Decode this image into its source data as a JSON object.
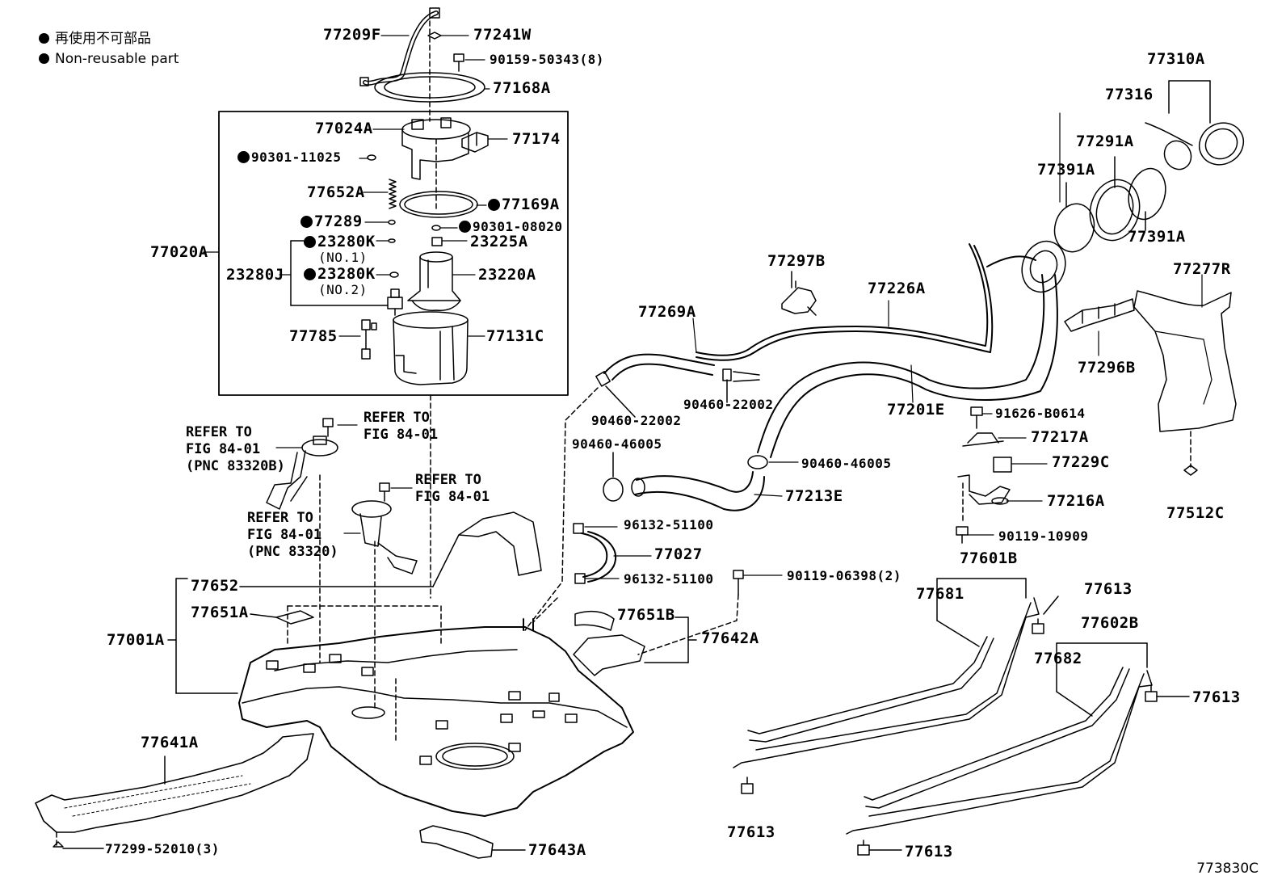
{
  "legend": {
    "jp": "再使用不可部品",
    "en": "Non-reusable part"
  },
  "figure_code": "773830C",
  "labels": {
    "l77209F": "77209F",
    "l77241W": "77241W",
    "l90159": "90159-50343(8)",
    "l77168A": "77168A",
    "l77024A": "77024A",
    "l77174": "77174",
    "l90301_11025": "90301-11025",
    "l77652A": "77652A",
    "l77169A": "77169A",
    "l77289": "77289",
    "l90301_08020": "90301-08020",
    "l23280K1": "23280K",
    "no1": "(NO.1)",
    "l23225A": "23225A",
    "l77020A": "77020A",
    "l23280J": "23280J",
    "l23280K2": "23280K",
    "no2": "(NO.2)",
    "l23220A": "23220A",
    "l77785": "77785",
    "l77131C": "77131C",
    "l77310A": "77310A",
    "l77316": "77316",
    "l77291A": "77291A",
    "l77391A_1": "77391A",
    "l77391A_2": "77391A",
    "l77297B": "77297B",
    "l77226A": "77226A",
    "l77269A": "77269A",
    "l77277R": "77277R",
    "l77296B": "77296B",
    "l90460_22002a": "90460-22002",
    "l90460_22002b": "90460-22002",
    "l77201E": "77201E",
    "l91626": "91626-B0614",
    "l77217A": "77217A",
    "l90460_46005a": "90460-46005",
    "l90460_46005b": "90460-46005",
    "l77229C": "77229C",
    "l77213E": "77213E",
    "l77216A": "77216A",
    "l77512C": "77512C",
    "l96132a": "96132-51100",
    "l77027": "77027",
    "l96132b": "96132-51100",
    "l90119_10909": "90119-10909",
    "l77601B": "77601B",
    "l90119_06398": "90119-06398(2)",
    "l77681": "77681",
    "l77613a": "77613",
    "l77652": "77652",
    "l77651A": "77651A",
    "l77001A": "77001A",
    "l77651B": "77651B",
    "l77642A": "77642A",
    "l77602B": "77602B",
    "l77682": "77682",
    "l77613b": "77613",
    "l77641A": "77641A",
    "l77613c": "77613",
    "l77299": "77299-52010(3)",
    "l77643A": "77643A",
    "l77613d": "77613"
  },
  "refs": {
    "r1": [
      "REFER TO",
      "FIG 84-01",
      "(PNC 83320B)"
    ],
    "r2": [
      "REFER TO",
      "FIG 84-01"
    ],
    "r3": [
      "REFER TO",
      "FIG 84-01"
    ],
    "r4": [
      "REFER TO",
      "FIG 84-01",
      "(PNC 83320)"
    ]
  }
}
